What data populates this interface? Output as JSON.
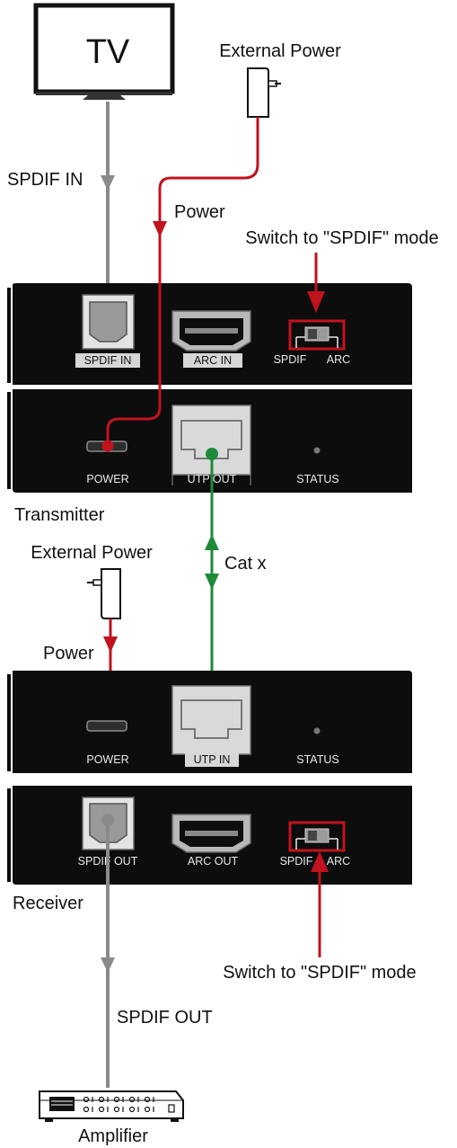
{
  "colors": {
    "power_line": "#c1121f",
    "cat_line": "#1d8a3a",
    "spdif_line": "#8a8a8a",
    "device_body": "#0d0d0d"
  },
  "tv": {
    "label": "TV"
  },
  "transmitter": {
    "external_power_label": "External Power",
    "spdif_in_line_label": "SPDIF IN",
    "power_line_label": "Power",
    "switch_instruction": "Switch to \"SPDIF\" mode",
    "top_panel": {
      "ports": [
        "SPDIF IN",
        "ARC IN"
      ],
      "switch_left": "SPDIF",
      "switch_right": "ARC"
    },
    "bottom_panel": {
      "ports": [
        "POWER",
        "UTP OUT",
        "STATUS"
      ]
    },
    "name": "Transmitter"
  },
  "link": {
    "label": "Cat x"
  },
  "receiver": {
    "external_power_label": "External Power",
    "power_line_label": "Power",
    "top_panel": {
      "ports": [
        "POWER",
        "UTP IN",
        "STATUS"
      ]
    },
    "bottom_panel": {
      "ports": [
        "SPDIF OUT",
        "ARC OUT"
      ],
      "switch_left": "SPDIF",
      "switch_right": "ARC"
    },
    "name": "Receiver",
    "switch_instruction": "Switch to \"SPDIF\" mode",
    "spdif_out_line_label": "SPDIF OUT"
  },
  "amplifier": {
    "label": "Amplifier"
  }
}
